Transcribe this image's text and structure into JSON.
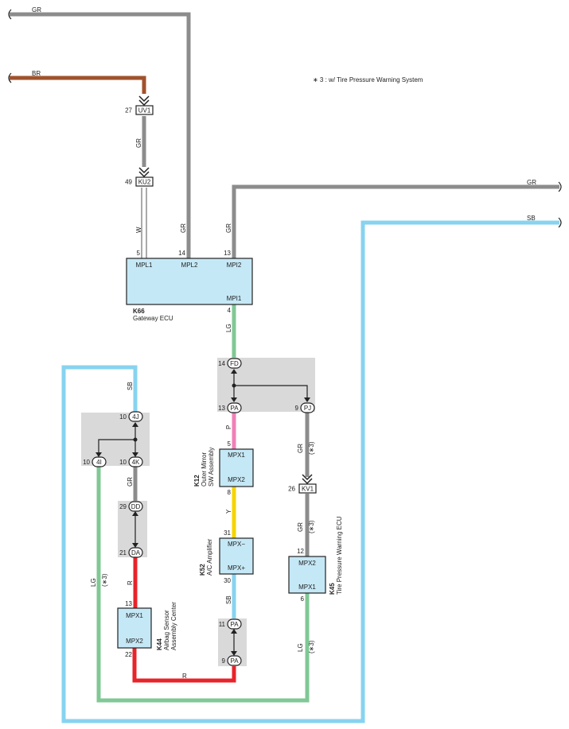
{
  "note": "∗ 3 : w/ Tire Pressure Warning System",
  "colors": {
    "GR": "#8c8c8c",
    "BR": "#a0522d",
    "SB": "#87d3f0",
    "LG": "#80c895",
    "P": "#f080b8",
    "Y": "#f5d400",
    "R": "#e8232a",
    "W": "#ffffff",
    "ecu_fill": "#c5e8f6",
    "junction_fill": "#d9d9d9"
  },
  "wires": {
    "gr_top": "GR",
    "br": "BR",
    "gr_uv": "GR",
    "w": "W",
    "gr_mpl2": "GR",
    "gr_mpi2": "GR",
    "gr_right": "GR",
    "sb_right": "SB",
    "lg_mpi1": "LG",
    "sb_left": "SB",
    "p": "P",
    "y": "Y",
    "sb_ac": "SB",
    "gr_4k": "GR",
    "r_da": "R",
    "r_bottom": "R",
    "lg_4i": "LG",
    "lg_4i_note": "(∗3)",
    "gr_pj": "GR",
    "gr_pj_note": "(∗3)",
    "gr_kv1": "GR",
    "gr_kv1_note": "(∗3)",
    "lg_k45": "LG",
    "lg_k45_note": "(∗3)"
  },
  "connectors": {
    "uv1": {
      "pin": "27",
      "label": "UV1"
    },
    "ku2": {
      "pin": "49",
      "label": "KU2"
    },
    "fd": {
      "pin": "14",
      "label": "FD"
    },
    "pa_top": {
      "pin": "13",
      "label": "PA"
    },
    "pj": {
      "pin": "9",
      "label": "PJ"
    },
    "4j": {
      "pin": "10",
      "label": "4J"
    },
    "4i": {
      "pin": "10",
      "label": "4I"
    },
    "4k": {
      "pin": "10",
      "label": "4K"
    },
    "dd": {
      "pin": "29",
      "label": "DD"
    },
    "da": {
      "pin": "21",
      "label": "DA"
    },
    "kv1": {
      "pin": "26",
      "label": "KV1"
    },
    "pa_mid": {
      "pin": "11",
      "label": "PA"
    },
    "pa_bot": {
      "pin": "9",
      "label": "PA"
    }
  },
  "components": {
    "k66": {
      "id": "K66",
      "name": "Gateway ECU",
      "pins": {
        "mpl1": {
          "num": "5",
          "label": "MPL1"
        },
        "mpl2": {
          "num": "14",
          "label": "MPL2"
        },
        "mpi2": {
          "num": "13",
          "label": "MPI2"
        },
        "mpi1": {
          "num": "4",
          "label": "MPI1"
        }
      }
    },
    "k12": {
      "id": "K12",
      "name_line1": "Outer Mirror",
      "name_line2": "SW Assembly",
      "pins": {
        "top": {
          "num": "5",
          "label": "MPX1"
        },
        "bottom": {
          "num": "8",
          "label": "MPX2"
        }
      }
    },
    "k52": {
      "id": "K52",
      "name": "A/C Amplifier",
      "pins": {
        "top": {
          "num": "31",
          "label": "MPX−"
        },
        "bottom": {
          "num": "30",
          "label": "MPX+"
        }
      }
    },
    "k44": {
      "id": "K44",
      "name_line1": "Airbag Sensor",
      "name_line2": "Assembly Center",
      "pins": {
        "top": {
          "num": "13",
          "label": "MPX1"
        },
        "bottom": {
          "num": "22",
          "label": "MPX2"
        }
      }
    },
    "k45": {
      "id": "K45",
      "name": "Tire Pressure Warning ECU",
      "pins": {
        "top": {
          "num": "12",
          "label": "MPX2"
        },
        "bottom": {
          "num": "6",
          "label": "MPX1"
        }
      }
    }
  }
}
